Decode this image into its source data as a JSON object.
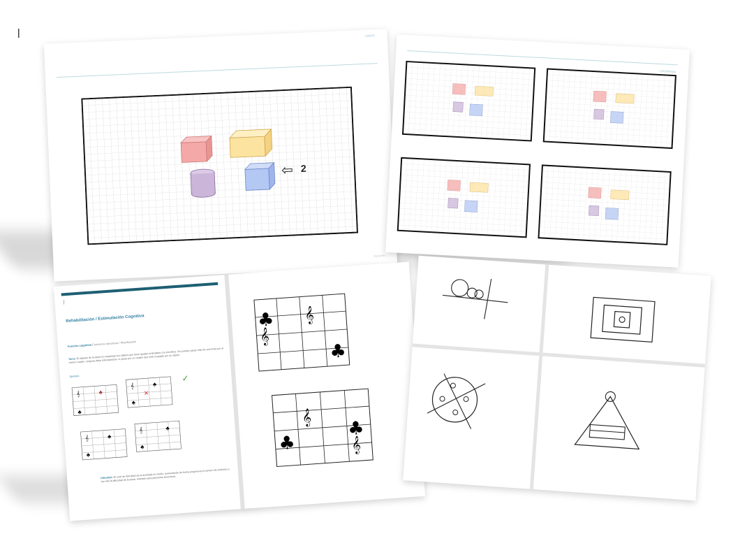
{
  "slide1": {
    "header_logo": "LOGOS",
    "arrow_label": "2",
    "footer": "logopedia"
  },
  "slide2": {
    "header_logo": "LOGOPEDIA",
    "footer": ""
  },
  "doc": {
    "cursor": "|",
    "title": "Rehabilitación / Estimulación Cognitiva",
    "function_label": "Función cognitiva",
    "function_value": "Funciones ejecutivas / Planificación",
    "task_label": "Tarea:",
    "task_text": "El objetivo de la tarea es emparejar los objetos que tiene iguales ordenados con pinchitos. No pueden pasar más de una línea por el mismo cuadro, ninguna debe sobrepasarse, ni pasar por un cuadro que esté ocupado por un objeto.",
    "example_label": "Ejemplo:",
    "difficulty_label": "Dificultad:",
    "difficulty_text": "El nivel de dificultad de la actividad es medio, aumentando de forma progresiva el número de símbolos y con ello la dificultad de la tarea. Indicado para pacientes levemente."
  },
  "icons": {
    "treble_clef": "𝄞",
    "clover": "♣",
    "check": "✓",
    "cross": "✕",
    "arrow": "⇦"
  },
  "colors": {
    "accent": "#2f7fa0",
    "header_bar": "#1d5f73",
    "red_box": "#f4a9a8",
    "yellow_box": "#fde3a0",
    "purple_cyl": "#cbb6d9",
    "blue_box": "#b4c8f4"
  }
}
